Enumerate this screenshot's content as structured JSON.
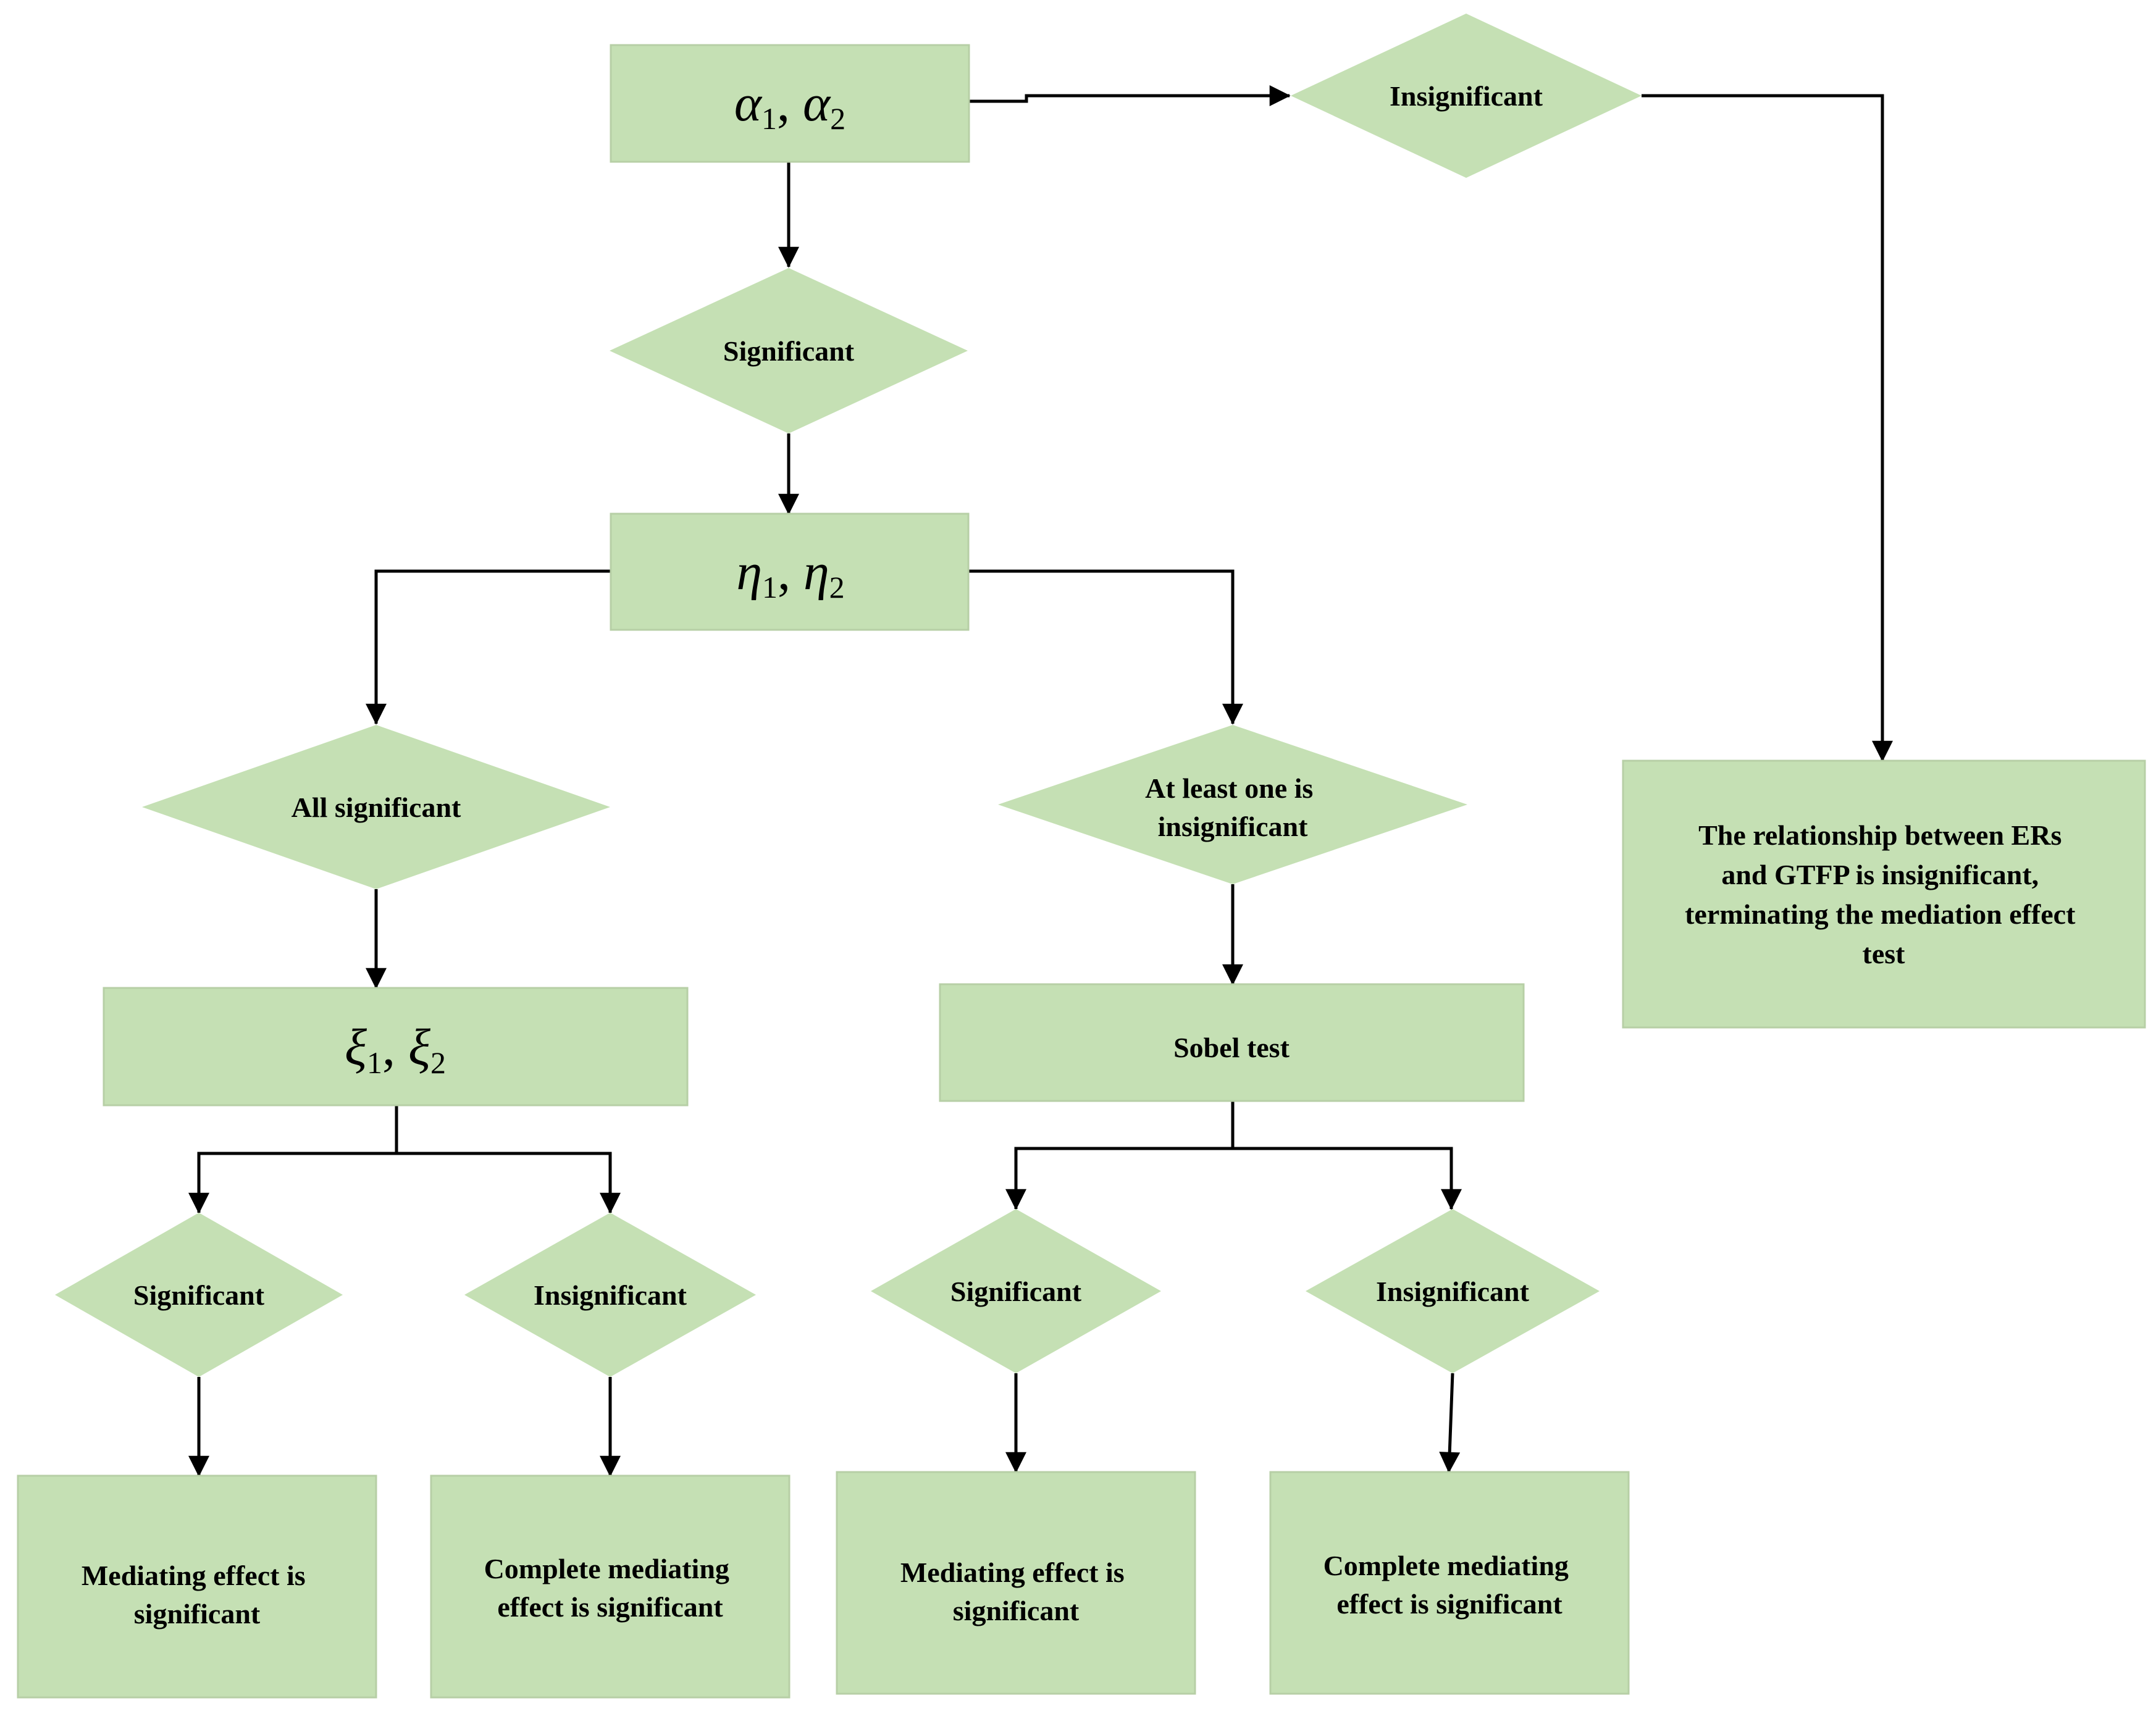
{
  "nodes": {
    "alpha": {
      "symbol": "α",
      "sub1": "1",
      "sep": ", ",
      "sub2": "2"
    },
    "eta": {
      "symbol": "η",
      "sub1": "1",
      "sep": ", ",
      "sub2": "2"
    },
    "xi": {
      "symbol": "ξ",
      "sub1": "1",
      "sep": ", ",
      "sub2": "2"
    },
    "d_insig_top": "Insignificant",
    "d_sig_mid": "Significant",
    "d_all_sig": "All significant",
    "d_at_least": [
      "At least one is",
      "insignificant"
    ],
    "sobel": "Sobel test",
    "d_sig_1": "Significant",
    "d_insig_1": "Insignificant",
    "d_sig_2": "Significant",
    "d_insig_2": "Insignificant",
    "r_med_1": [
      "Mediating effect is",
      "significant"
    ],
    "r_comp_1": [
      "Complete mediating",
      "effect is significant"
    ],
    "r_med_2": [
      "Mediating effect is",
      "significant"
    ],
    "r_comp_2": [
      "Complete mediating",
      "effect is significant"
    ],
    "terminate": [
      "The relationship between ERs",
      "and GTFP is insignificant,",
      "terminating the mediation effect",
      "test"
    ]
  },
  "colors": {
    "fill": "#c5e0b4",
    "stroke": "#b7cfa6",
    "line": "#000000"
  }
}
